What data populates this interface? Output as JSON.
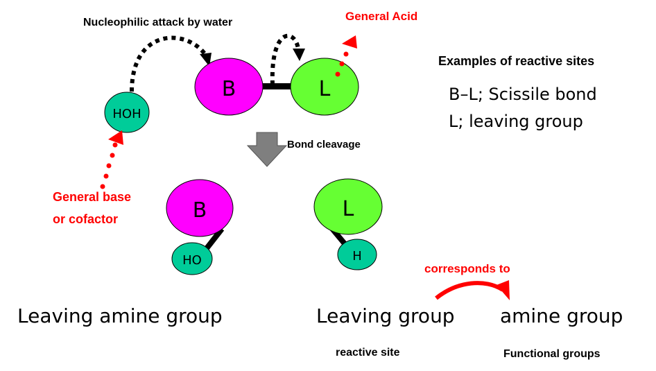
{
  "labels": {
    "nucleophilic_attack": "Nucleophilic attack by water",
    "general_acid": "General Acid",
    "general_base_line1": "General base",
    "general_base_line2": "or cofactor",
    "bond_cleavage": "Bond cleavage",
    "examples_heading": "Examples of reactive sites",
    "example_scissile": "B–L; Scissile bond",
    "example_leaving": "L; leaving group",
    "corresponds_to": "corresponds to",
    "leaving_amine_group": "Leaving amine group",
    "leaving_group": "Leaving group",
    "amine_group": "amine group",
    "reactive_site": "reactive site",
    "functional_groups": "Functional groups"
  },
  "nodes": {
    "water": "HOH",
    "b_top": "B",
    "l_top": "L",
    "b_bottom": "B",
    "ho": "HO",
    "l_bottom": "L",
    "h": "H"
  },
  "colors": {
    "magenta": "#ff00ff",
    "green": "#66ff33",
    "teal": "#00cc99",
    "red": "#ff0000",
    "gray_arrow": "#7f7f7f",
    "black": "#000000"
  }
}
